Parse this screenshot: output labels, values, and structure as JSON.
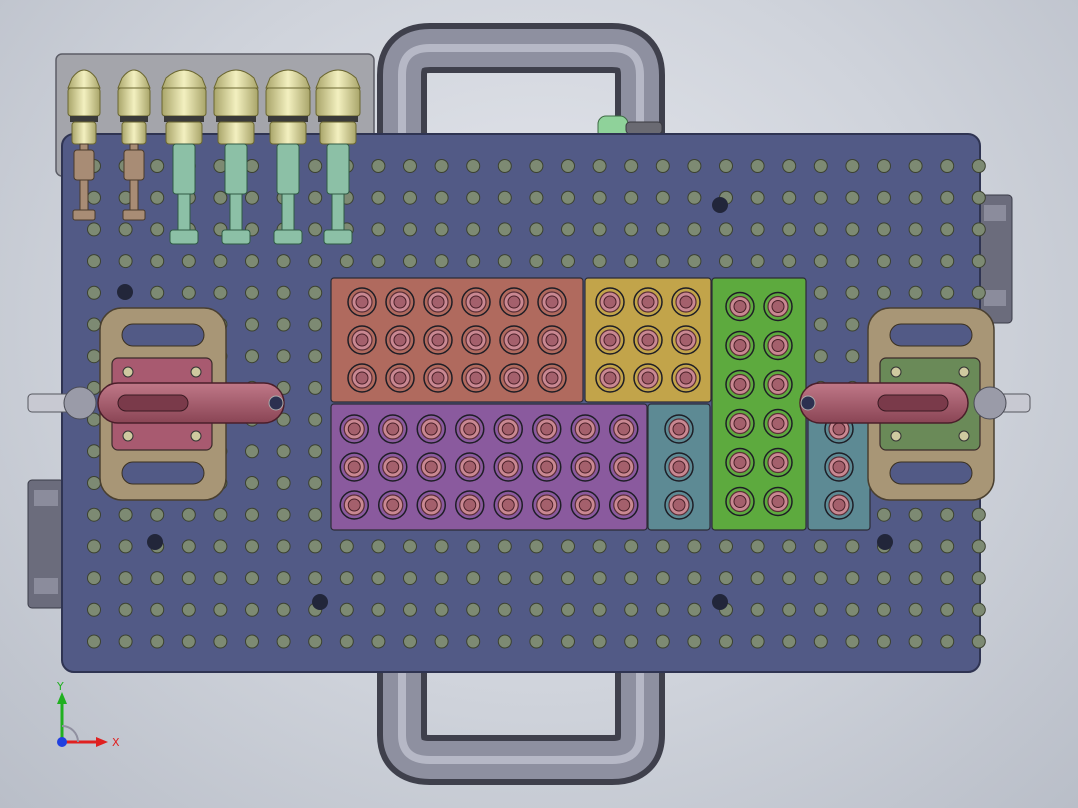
{
  "scene": {
    "background_top": "#e6e8ee",
    "background_bottom": "#b9bec8",
    "plate_color": "#525a86",
    "plate_edge": "#3a3f60",
    "hole_color": "#7d8a73",
    "handle_color": "#6e6f80"
  },
  "blocks": [
    {
      "id": "copper",
      "color": "#b06a5e",
      "cols": 6,
      "rows": 3
    },
    {
      "id": "mustard",
      "color": "#c2a44a",
      "cols": 3,
      "rows": 3
    },
    {
      "id": "green",
      "color": "#5daa3e",
      "cols": 2,
      "rows": 6
    },
    {
      "id": "purple",
      "color": "#8a5a9e",
      "cols": 8,
      "rows": 3
    },
    {
      "id": "teal-left",
      "color": "#5d8a94",
      "cols": 1,
      "rows": 3
    },
    {
      "id": "teal-right",
      "color": "#5d8a94",
      "cols": 1,
      "rows": 3
    }
  ],
  "locating_pins": {
    "count": 6,
    "types": [
      "short-pin",
      "short-pin",
      "long-pin",
      "long-pin",
      "long-pin",
      "long-pin"
    ],
    "head_color": "#e7e3a2",
    "shaft_colors": [
      "#a88c75",
      "#a88c75",
      "#8cc0a6",
      "#8cc0a6",
      "#8cc0a6",
      "#8cc0a6"
    ]
  },
  "clamps": [
    {
      "side": "left",
      "arm_color": "#a25a6a",
      "base_color": "#a89676"
    },
    {
      "side": "right",
      "arm_color": "#a25a6a",
      "base_color": "#a89676"
    }
  ],
  "triad": {
    "x_label": "X",
    "y_label": "Y",
    "x_color": "#e02020",
    "y_color": "#20b020",
    "z_color": "#2040e0"
  }
}
